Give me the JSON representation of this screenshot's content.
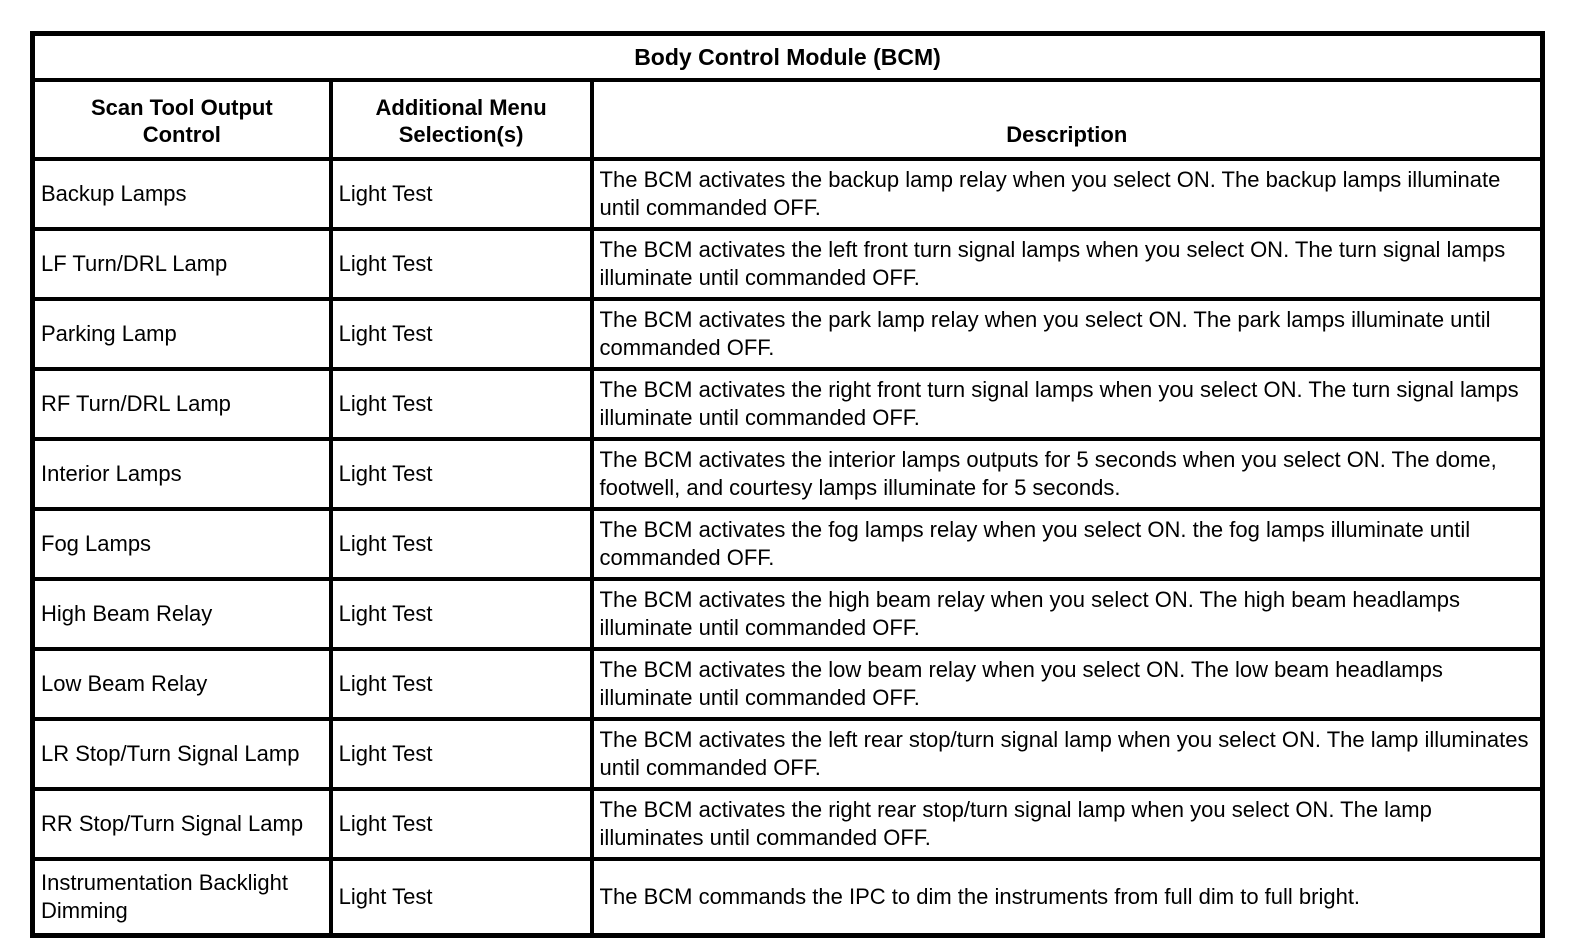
{
  "table": {
    "title": "Body Control Module (BCM)",
    "headers": {
      "control": "Scan Tool Output\nControl",
      "menu": "Additional Menu\nSelection(s)",
      "description": "Description"
    },
    "rows": [
      {
        "control": "Backup Lamps",
        "menu": "Light Test",
        "description": "The BCM activates the backup lamp relay when you select ON. The backup lamps illuminate until commanded OFF."
      },
      {
        "control": "LF Turn/DRL Lamp",
        "menu": "Light Test",
        "description": "The BCM activates the left front turn signal lamps when you select ON. The turn signal lamps illuminate until commanded OFF."
      },
      {
        "control": "Parking Lamp",
        "menu": "Light Test",
        "description": "The BCM activates the park lamp relay when you select ON. The park lamps illuminate until commanded OFF."
      },
      {
        "control": "RF Turn/DRL Lamp",
        "menu": "Light Test",
        "description": "The BCM activates the right front turn signal lamps when you select ON. The turn signal lamps illuminate until commanded OFF."
      },
      {
        "control": "Interior Lamps",
        "menu": "Light Test",
        "description": "The BCM activates the interior lamps outputs for 5 seconds when you select ON. The dome, footwell, and courtesy lamps illuminate for 5 seconds."
      },
      {
        "control": "Fog Lamps",
        "menu": "Light Test",
        "description": "The BCM activates the fog lamps relay when you select ON. the fog lamps illuminate until commanded OFF."
      },
      {
        "control": "High Beam Relay",
        "menu": "Light Test",
        "description": "The BCM activates the high beam relay when you select ON. The high beam headlamps illuminate until commanded OFF."
      },
      {
        "control": "Low Beam Relay",
        "menu": "Light Test",
        "description": "The BCM activates the low beam relay when you select ON. The low beam headlamps illuminate until commanded OFF."
      },
      {
        "control": "LR Stop/Turn Signal Lamp",
        "menu": "Light Test",
        "description": "The BCM activates the left rear stop/turn signal lamp when you select ON. The lamp illuminates until commanded OFF."
      },
      {
        "control": "RR Stop/Turn Signal Lamp",
        "menu": "Light Test",
        "description": "The BCM activates the right rear stop/turn signal lamp when you select ON. The lamp illuminates until commanded OFF."
      },
      {
        "control": "Instrumentation Backlight Dimming",
        "menu": "Light Test",
        "description": "The BCM commands the IPC to dim the instruments from full dim to full bright."
      }
    ]
  }
}
